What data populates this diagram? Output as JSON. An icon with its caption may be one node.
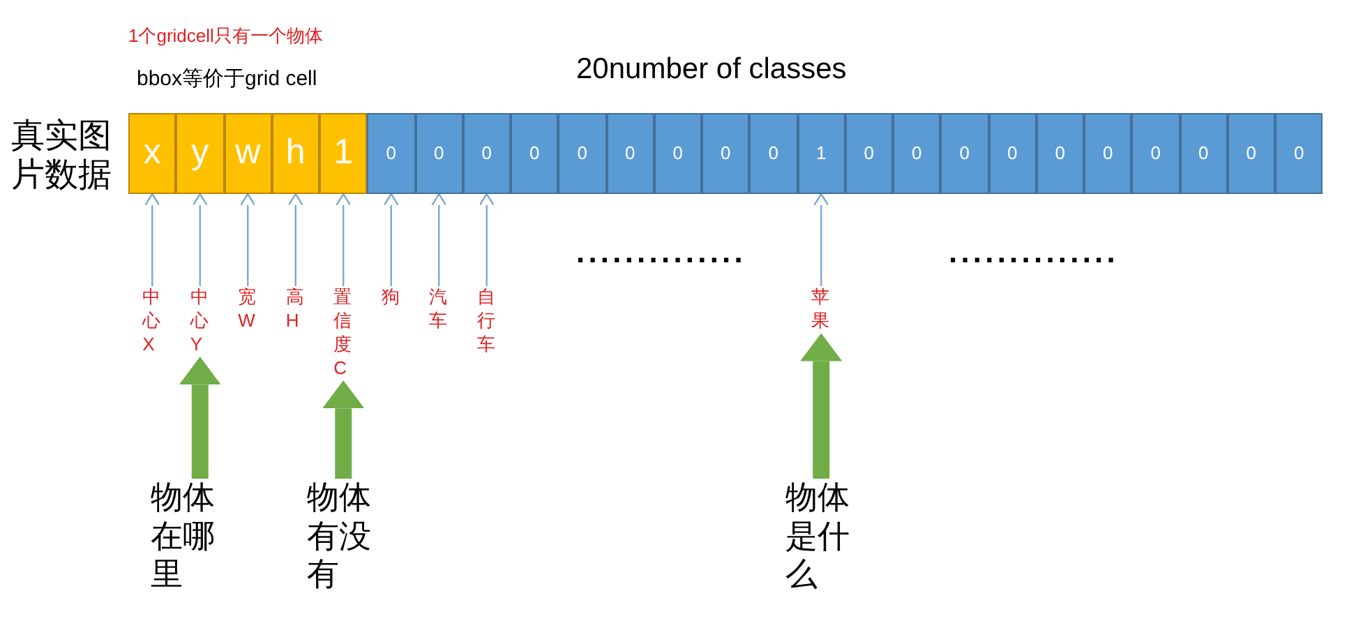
{
  "diagram": {
    "nodes": [
      {
        "text": [
          "x"
        ]
      },
      {
        "text": [
          "y"
        ]
      },
      {
        "text": [
          "w"
        ]
      },
      {
        "text": [
          "h"
        ]
      },
      {
        "text": [
          "1"
        ]
      },
      {
        "text": [
          "0"
        ]
      },
      {
        "text": [
          "0"
        ]
      },
      {
        "text": [
          "0"
        ]
      },
      {
        "text": [
          "0"
        ]
      },
      {
        "text": [
          "0"
        ]
      },
      {
        "text": [
          "0"
        ]
      },
      {
        "text": [
          "0"
        ]
      },
      {
        "text": [
          "0"
        ]
      },
      {
        "text": [
          "0"
        ]
      },
      {
        "text": [
          "1"
        ]
      },
      {
        "text": [
          "0"
        ]
      },
      {
        "text": [
          "0"
        ]
      },
      {
        "text": [
          "0"
        ]
      },
      {
        "text": [
          "0"
        ]
      },
      {
        "text": [
          "0"
        ]
      },
      {
        "text": [
          "0"
        ]
      },
      {
        "text": [
          "0"
        ]
      },
      {
        "text": [
          "0"
        ]
      },
      {
        "text": [
          "0"
        ]
      },
      {
        "text": [
          "0"
        ]
      },
      {
        "text": [
          "中心X"
        ]
      },
      {
        "text": [
          "中心Y"
        ]
      },
      {
        "text": [
          "宽W"
        ]
      },
      {
        "text": [
          "高H"
        ]
      },
      {
        "text": [
          "置信度C"
        ]
      },
      {
        "text": [
          "狗"
        ]
      },
      {
        "text": [
          "汽车"
        ]
      },
      {
        "text": [
          "自行车"
        ]
      },
      {
        "text": [
          "苹果"
        ]
      },
      {
        "text": [
          "物体在哪里"
        ]
      },
      {
        "text": [
          "物体有没有"
        ]
      },
      {
        "text": [
          "物体是什么"
        ]
      }
    ],
    "edges": [
      {
        "from": 25,
        "to": 0,
        "arrow": "to"
      },
      {
        "from": 26,
        "to": 1,
        "arrow": "to"
      },
      {
        "from": 27,
        "to": 2,
        "arrow": "to"
      },
      {
        "from": 28,
        "to": 3,
        "arrow": "to"
      },
      {
        "from": 29,
        "to": 4,
        "arrow": "to"
      },
      {
        "from": 30,
        "to": 5,
        "arrow": "to"
      },
      {
        "from": 31,
        "to": 6,
        "arrow": "to"
      },
      {
        "from": 32,
        "to": 7,
        "arrow": "to"
      },
      {
        "from": 33,
        "to": 14,
        "arrow": "to"
      },
      {
        "from": 34,
        "to": 26,
        "arrow": "to",
        "style": "thick",
        "color": "#70ad47"
      },
      {
        "from": 35,
        "to": 29,
        "arrow": "to",
        "style": "thick",
        "color": "#70ad47"
      },
      {
        "from": 36,
        "to": 33,
        "arrow": "to",
        "style": "thick",
        "color": "#70ad47"
      }
    ],
    "labels": [
      "1个gridcell只有一个物体",
      "bbox等价于grid cell",
      "20number of classes",
      "真实图片数据",
      "..............",
      ".............."
    ]
  }
}
